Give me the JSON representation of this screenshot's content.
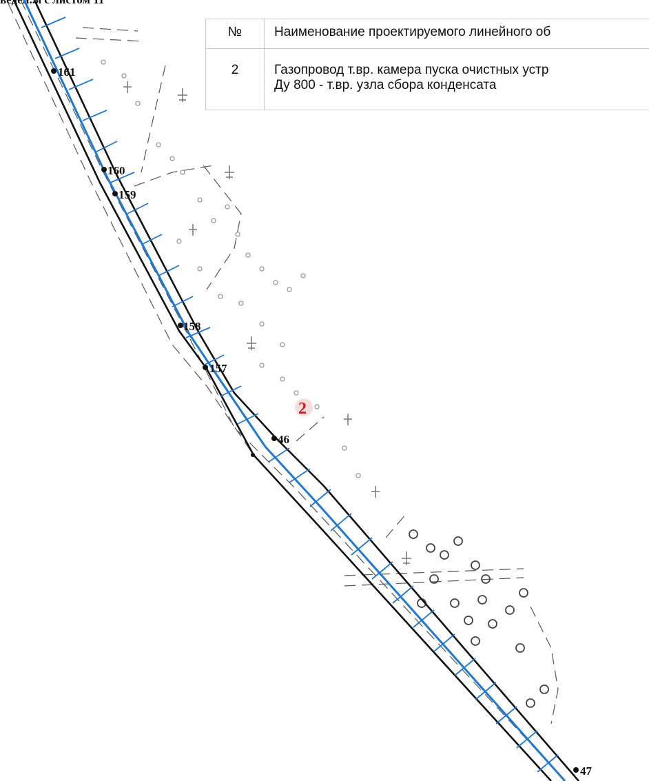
{
  "header": {
    "text": "веден..я с листом 11"
  },
  "legend": {
    "col_num": "№",
    "col_name": "Наименование проектируемого линейного об",
    "rows": [
      {
        "num": "2",
        "line1": "Газопровод т.вр. камера пуска очистных устр",
        "line2": "Ду 800 - т.вр. узла сбора конденсата"
      }
    ]
  },
  "points": [
    {
      "label": "161"
    },
    {
      "label": "160"
    },
    {
      "label": "159"
    },
    {
      "label": "158"
    },
    {
      "label": "157"
    },
    {
      "label": "46"
    },
    {
      "label": "47"
    }
  ],
  "pipeline_marker": {
    "label": "2"
  },
  "colors": {
    "pipeline": "#1f78d1",
    "border": "#111111",
    "marker": "#c81e1e",
    "symbols": "#9a9a9a"
  }
}
